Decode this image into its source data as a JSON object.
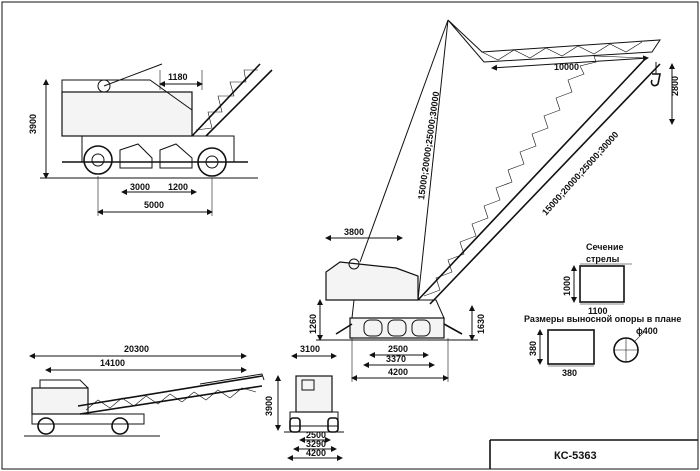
{
  "colors": {
    "ink": "#111111",
    "paper": "#ffffff"
  },
  "title_block": {
    "model": "КС-5363"
  },
  "labels": {
    "section_line1": "Сечение",
    "section_line2": "стрелы",
    "outrigger_caption": "Размеры выносной опоры в плане"
  },
  "dims": {
    "top_view_height": "3900",
    "top_view_overhang": "1180",
    "top_view_wheelbase": "3000",
    "top_view_axle_gap": "1200",
    "top_view_length": "5000",
    "main_jib": "10000",
    "main_tip_drop": "2800",
    "main_boom_upper": "15000;20000;25000;30000",
    "main_boom_lower": "15000;20000;25000;30000",
    "main_swing": "3800",
    "main_pivot_height": "1260",
    "main_outrigger_height": "1630",
    "main_track_2500": "2500",
    "main_track_3370": "3370",
    "main_track_4200": "4200",
    "section_height": "1000",
    "section_width": "1100",
    "outrigger_side_a": "380",
    "outrigger_side_b": "380",
    "outrigger_diameter": "ϕ400",
    "transport_length": "20300",
    "transport_boom": "14100",
    "front_width": "3100",
    "front_height": "3900",
    "front_2500": "2500",
    "front_3290": "3290",
    "front_4200": "4200"
  }
}
